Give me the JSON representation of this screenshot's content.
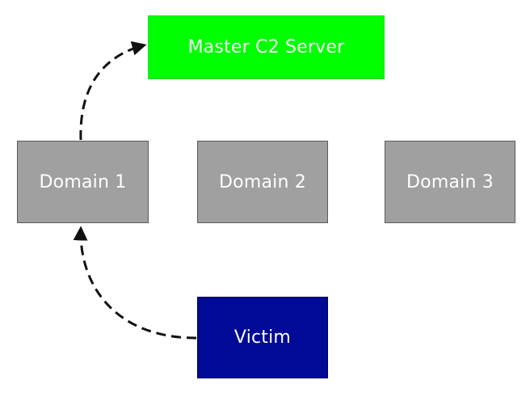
{
  "nodes": {
    "master": {
      "label": "Master C2 Server",
      "fill": "#00ff00",
      "text_color": "#f4fff4"
    },
    "domain1": {
      "label": "Domain 1",
      "fill": "#a0a0a0",
      "text_color": "#ffffff"
    },
    "domain2": {
      "label": "Domain 2",
      "fill": "#a0a0a0",
      "text_color": "#ffffff"
    },
    "domain3": {
      "label": "Domain 3",
      "fill": "#a0a0a0",
      "text_color": "#ffffff"
    },
    "victim": {
      "label": "Victim",
      "fill": "#000a96",
      "text_color": "#ffffff"
    }
  },
  "edges": [
    {
      "from": "victim",
      "to": "domain1",
      "style": "dashed",
      "color": "#111111"
    },
    {
      "from": "domain1",
      "to": "master",
      "style": "dashed",
      "color": "#111111"
    }
  ]
}
